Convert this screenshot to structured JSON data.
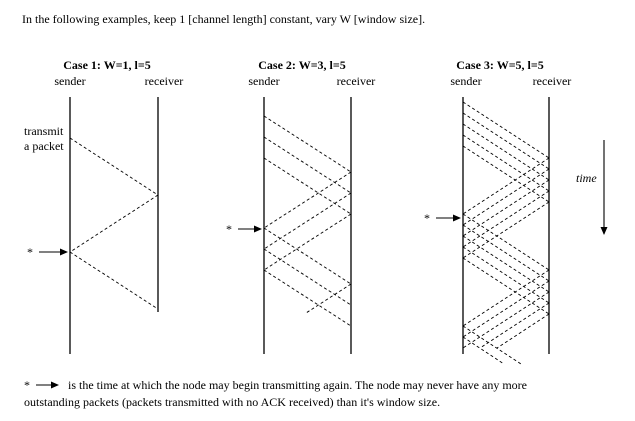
{
  "intro": "In the following examples,  keep 1 [channel length] constant,  vary W [window size].",
  "cases": [
    {
      "title": "Case 1: W=1,  l=5",
      "sender_label": "sender",
      "receiver_label": "receiver"
    },
    {
      "title": "Case 2: W=3,  l=5",
      "sender_label": "sender",
      "receiver_label": "receiver"
    },
    {
      "title": "Case 3: W=5,  l=5",
      "sender_label": "sender",
      "receiver_label": "receiver"
    }
  ],
  "transmit_label_line1": "transmit",
  "transmit_label_line2": "a packet",
  "marker_symbol": "*",
  "time_label": "time",
  "footnote": {
    "line1": "is the time at which the node may begin transmitting again.  The node may never have any more",
    "line2": "outstanding packets (packets transmitted with no ACK received) than it's window size."
  }
}
